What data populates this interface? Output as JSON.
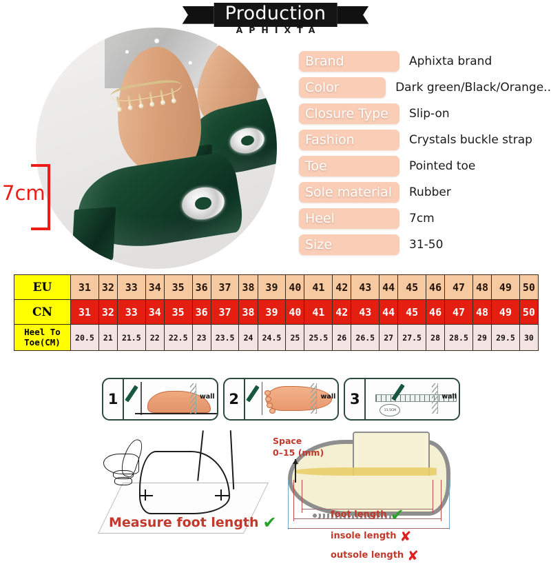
{
  "header": {
    "title": "Production",
    "subtitle": "APHIXTA",
    "arrow_left_icon": "left-arrow-ribbon",
    "arrow_right_icon": "right-arrow-ribbon"
  },
  "product_photo": {
    "heel_measure_label": "7cm",
    "alt": "Dark green patent leather pointed-toe pumps with crystal buckle"
  },
  "specs": [
    {
      "label": "Brand",
      "value": "Aphixta brand"
    },
    {
      "label": "Color",
      "value": "Dark green/Black/Orange.."
    },
    {
      "label": "Closure Type",
      "value": "Slip-on"
    },
    {
      "label": "Fashion",
      "value": "Crystals buckle strap"
    },
    {
      "label": "Toe",
      "value": "Pointed toe"
    },
    {
      "label": "Sole material",
      "value": "Rubber"
    },
    {
      "label": "Heel",
      "value": "7cm"
    },
    {
      "label": "Size",
      "value": "31-50"
    }
  ],
  "size_chart": {
    "row_labels": {
      "eu": "EU",
      "cn": "CN",
      "heel_to_toe_line1": "Heel To",
      "heel_to_toe_line2": "Toe(CM)"
    },
    "eu": [
      "31",
      "32",
      "33",
      "34",
      "35",
      "36",
      "37",
      "38",
      "39",
      "40",
      "41",
      "42",
      "43",
      "44",
      "45",
      "46",
      "47",
      "48",
      "49",
      "50"
    ],
    "cn": [
      "31",
      "32",
      "33",
      "34",
      "35",
      "36",
      "37",
      "38",
      "39",
      "40",
      "41",
      "42",
      "43",
      "44",
      "45",
      "46",
      "47",
      "48",
      "49",
      "50"
    ],
    "heel_to_toe": [
      "20.5",
      "21",
      "21.5",
      "22",
      "22.5",
      "23",
      "23.5",
      "24",
      "24.5",
      "25",
      "25.5",
      "26",
      "26.5",
      "27",
      "27.5",
      "28",
      "28.5",
      "29",
      "29.5",
      "30"
    ]
  },
  "steps": [
    {
      "number": "1",
      "wall_label": "wall",
      "icon": "foot-side-view-icon"
    },
    {
      "number": "2",
      "wall_label": "wall",
      "icon": "foot-top-view-icon"
    },
    {
      "number": "3",
      "wall_label": "wall",
      "icon": "ruler-icon",
      "bubble": "11.5CM"
    }
  ],
  "measure_diagram": {
    "caption": "Measure foot length",
    "check_mark": "✔"
  },
  "fit_diagram": {
    "space_label_line1": "Space",
    "space_label_line2": "0–15 (mm)",
    "items": [
      {
        "label": "foot  length",
        "mark": "✔",
        "mark_type": "check"
      },
      {
        "label": "insole length",
        "mark": "✘",
        "mark_type": "cross"
      },
      {
        "label": "outsole length",
        "mark": "✘",
        "mark_type": "cross"
      }
    ]
  },
  "colors": {
    "accent_red": "#ee1b17",
    "table_yellow": "#ffff00",
    "table_peach": "#f6c9a0",
    "table_red": "#e41f12",
    "table_pink": "#f3e3e3",
    "spec_pill": "#f9cdb6",
    "shoe_green": "#14432c",
    "check_green": "#27a32b"
  }
}
